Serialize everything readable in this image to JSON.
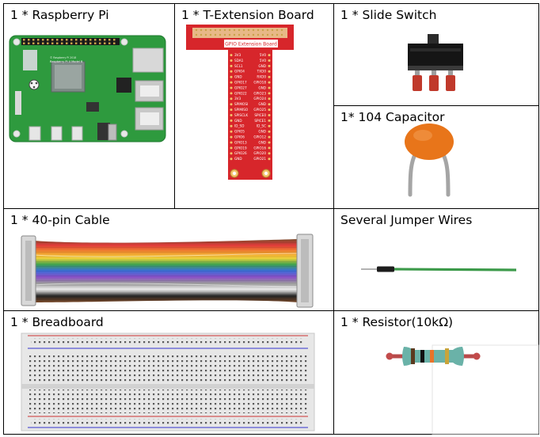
{
  "parts": {
    "raspberry_pi": {
      "label": "1 * Raspberry Pi",
      "board_text": "Raspberry Pi 4 Model B",
      "board_subtext": "© Raspberry Pi 2018"
    },
    "t_extension": {
      "label": "1 * T-Extension Board",
      "board_title": "GPIO Extension Board",
      "pins_left": [
        "3V3",
        "SDA1",
        "SCL1",
        "GPIO4",
        "GND",
        "GPIO17",
        "GPIO27",
        "GPIO22",
        "3V3",
        "SPIMOSI",
        "SPIMISO",
        "SPISCLK",
        "GND",
        "ID_SD",
        "GPIO5",
        "GPIO6",
        "GPIO13",
        "GPIO19",
        "GPIO26",
        "GND"
      ],
      "pins_right": [
        "5V0",
        "5V0",
        "GND",
        "TXD0",
        "RXD0",
        "GPIO18",
        "GND",
        "GPIO23",
        "GPIO24",
        "GND",
        "GPIO25",
        "SPICE0",
        "SPICE1",
        "ID_SC",
        "GND",
        "GPIO12",
        "GND",
        "GPIO16",
        "GPIO20",
        "GPIO21"
      ]
    },
    "slide_switch": {
      "label": "1 * Slide Switch"
    },
    "capacitor": {
      "label": "1* 104 Capacitor"
    },
    "cable": {
      "label": "1 * 40-pin Cable"
    },
    "jumper_wires": {
      "label": "Several Jumper Wires"
    },
    "breadboard": {
      "label": "1 * Breadboard"
    },
    "resistor": {
      "label": "1 * Resistor(10kΩ)"
    }
  }
}
